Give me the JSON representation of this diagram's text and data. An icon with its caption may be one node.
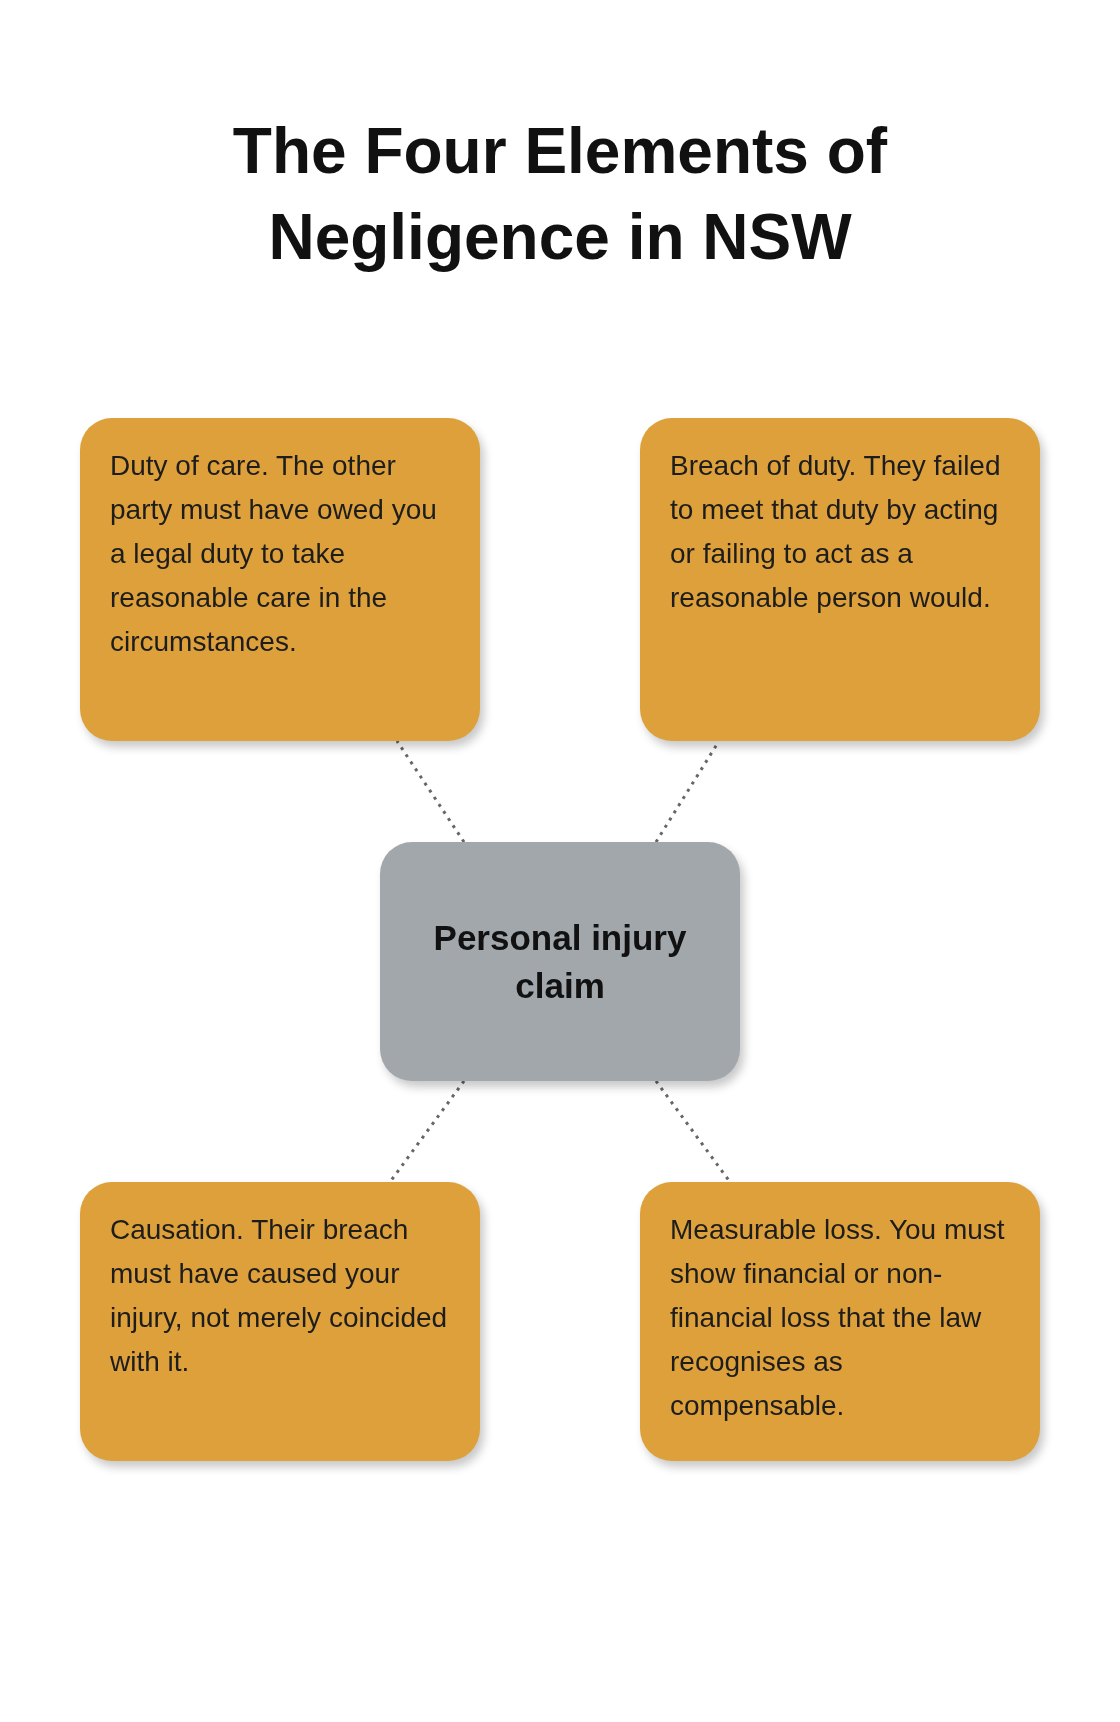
{
  "diagram": {
    "title": "The Four Elements of Negligence in NSW",
    "nodes": [
      {
        "text": [
          "Duty of care. The other party must have owed you a legal duty to take reasonable care in the circumstances."
        ]
      },
      {
        "text": [
          "Breach of duty. They failed to meet that duty by acting or failing to act as a reasonable person would."
        ]
      },
      {
        "text": [
          "Personal injury claim"
        ]
      },
      {
        "text": [
          "Causation. Their breach must have caused your injury, not merely coincided with it."
        ]
      },
      {
        "text": [
          "Measurable loss. You must show financial or non-financial loss that the law recognises as compensable."
        ]
      }
    ],
    "edges": [
      {
        "from": 2,
        "to": 0,
        "arrow": "none",
        "style": "dashed"
      },
      {
        "from": 2,
        "to": 1,
        "arrow": "none",
        "style": "dashed"
      },
      {
        "from": 2,
        "to": 3,
        "arrow": "none",
        "style": "dashed"
      },
      {
        "from": 2,
        "to": 4,
        "arrow": "none",
        "style": "dashed"
      }
    ]
  }
}
